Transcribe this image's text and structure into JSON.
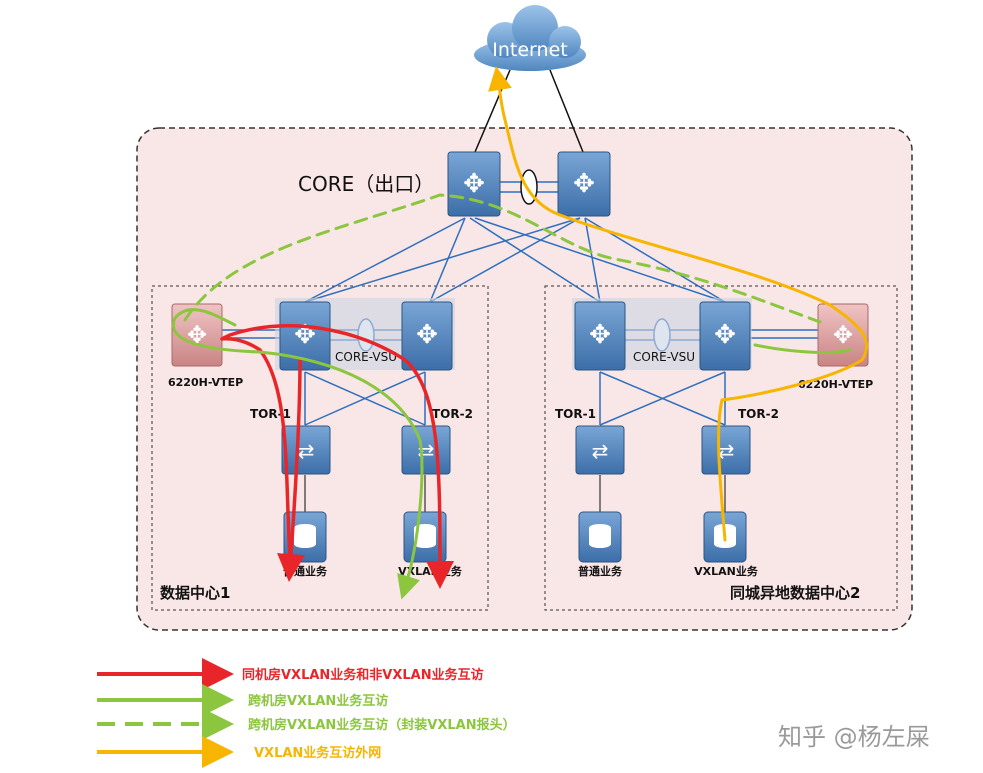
{
  "cloud_label": "Internet",
  "core_label": "CORE（出口）",
  "dc1": {
    "title": "数据中心1",
    "vsu_label": "CORE-VSU",
    "vtep_label": "6220H-VTEP",
    "tor1_label": "TOR-1",
    "tor2_label": "TOR-2",
    "server1_label": "普通业务",
    "server2_label": "VXLAN业务"
  },
  "dc2": {
    "title": "同城异地数据中心2",
    "vsu_label": "CORE-VSU",
    "vtep_label": "6220H-VTEP",
    "tor1_label": "TOR-1",
    "tor2_label": "TOR-2",
    "server1_label": "普通业务",
    "server2_label": "VXLAN业务"
  },
  "legend": [
    {
      "label": "同机房VXLAN业务和非VXLAN业务互访",
      "color": "#e8262a",
      "style": "solid"
    },
    {
      "label": "跨机房VXLAN业务互访",
      "color": "#8cc63f",
      "style": "solid"
    },
    {
      "label": "跨机房VXLAN业务互访（封装VXLAN报头）",
      "color": "#8cc63f",
      "style": "dashed"
    },
    {
      "label": "VXLAN业务互访外网",
      "color": "#f7b500",
      "style": "solid"
    }
  ],
  "watermark": "知乎 @杨左屎",
  "colors": {
    "link": "#2e6fbf",
    "switch": "#4f81bd",
    "vtep": "#d9a3a3",
    "zone_bg": "#f9e6e6"
  }
}
